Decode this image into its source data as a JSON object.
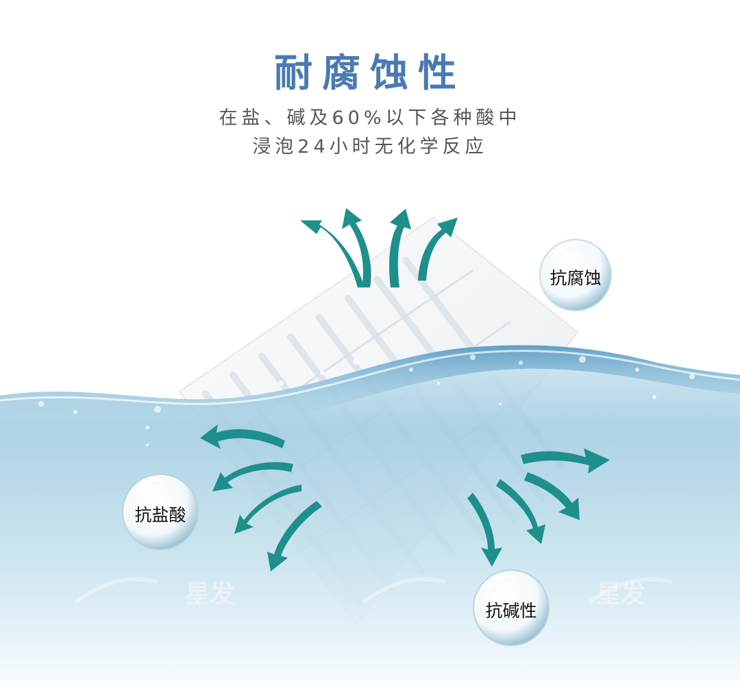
{
  "header": {
    "title": "耐腐蚀性",
    "subtitle_line1": "在盐、碱及60%以下各种酸中",
    "subtitle_line2": "浸泡24小时无化学反应"
  },
  "bubbles": {
    "top_right": "抗腐蚀",
    "left": "抗盐酸",
    "bottom": "抗碱性"
  },
  "colors": {
    "title": "#4a7ab3",
    "subtitle": "#555555",
    "arrow": "#1e8f8a",
    "water": "#a9d2e6"
  },
  "watermark": {
    "text": "星发"
  },
  "icons": [
    "arrow-icon",
    "bubble-icon",
    "water-wave"
  ]
}
